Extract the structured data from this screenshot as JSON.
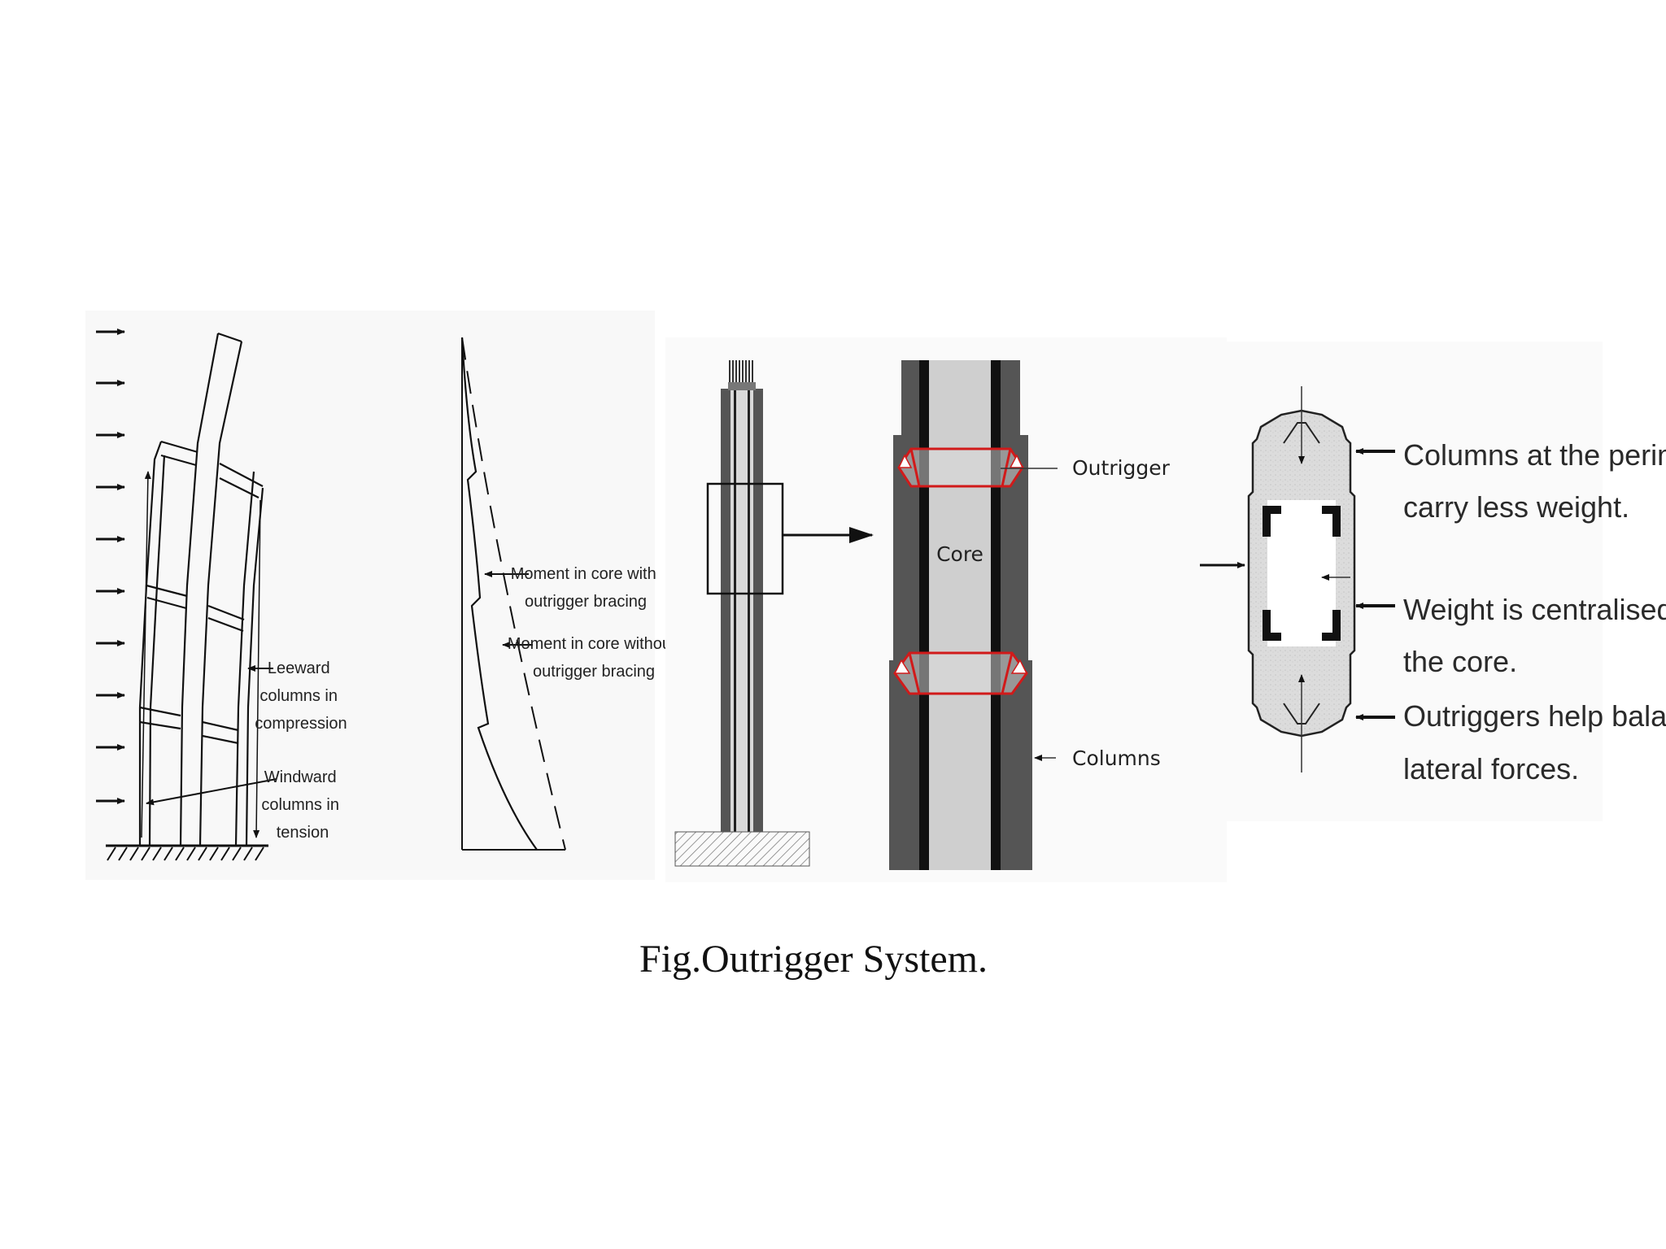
{
  "caption": "Fig.Outrigger System.",
  "frame_panel": {
    "leeward_label": [
      "Leeward",
      "columns in",
      "compression"
    ],
    "windward_label": [
      "Windward",
      "columns in",
      "tension"
    ]
  },
  "moment_panel": {
    "with_label": [
      "Moment in core with",
      "outrigger bracing"
    ],
    "without_label": [
      "Moment in core without",
      "outrigger bracing"
    ]
  },
  "tower_panel": {
    "outrigger_label": "Outrigger",
    "core_label": "Core",
    "columns_label": "Columns",
    "outrigger_color": "#d11a1a"
  },
  "plan_panel": {
    "notes": [
      "Columns at the perimeter",
      "carry less weight.",
      "Weight is centralised to",
      "the core.",
      "Outriggers help balancing",
      "lateral forces."
    ]
  }
}
